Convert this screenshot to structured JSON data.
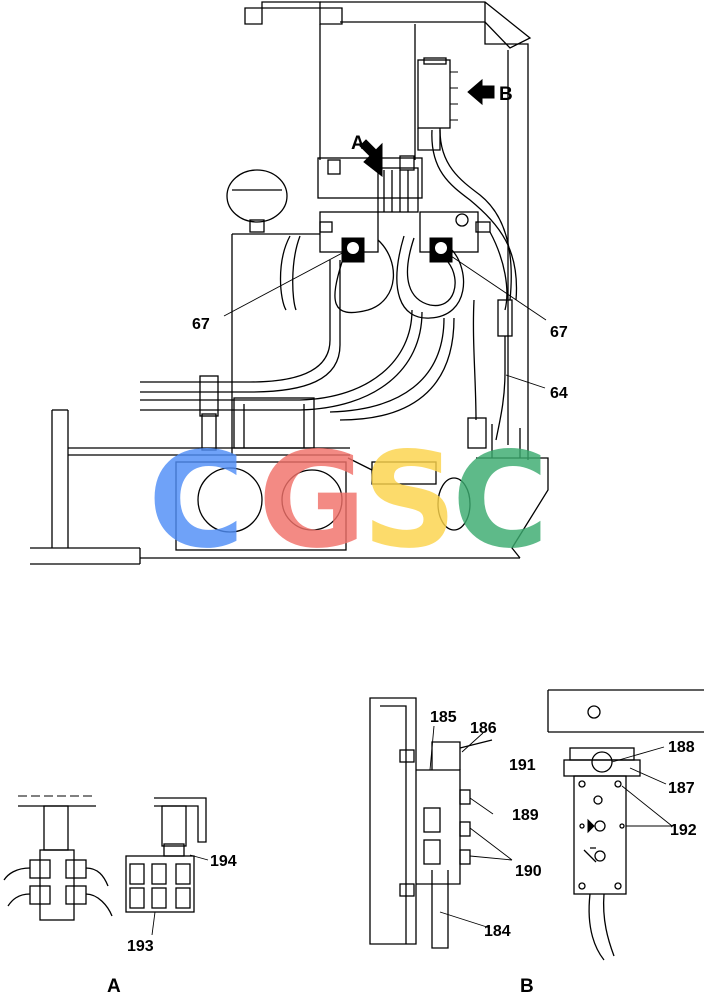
{
  "callouts": {
    "c67a": "67",
    "c67b": "67",
    "c64": "64",
    "arrowA": "A",
    "arrowB": "B",
    "c194": "194",
    "c193": "193",
    "c185": "185",
    "c186": "186",
    "c191": "191",
    "c189": "189",
    "c190": "190",
    "c184": "184",
    "c188": "188",
    "c187": "187",
    "c192": "192"
  },
  "views": {
    "a": "A",
    "b": "B"
  },
  "watermark": {
    "letters": [
      "C",
      "G",
      "S",
      "C"
    ],
    "colors": [
      "#4f8ef7",
      "#f07069",
      "#fbd34a",
      "#3bab6f"
    ]
  }
}
